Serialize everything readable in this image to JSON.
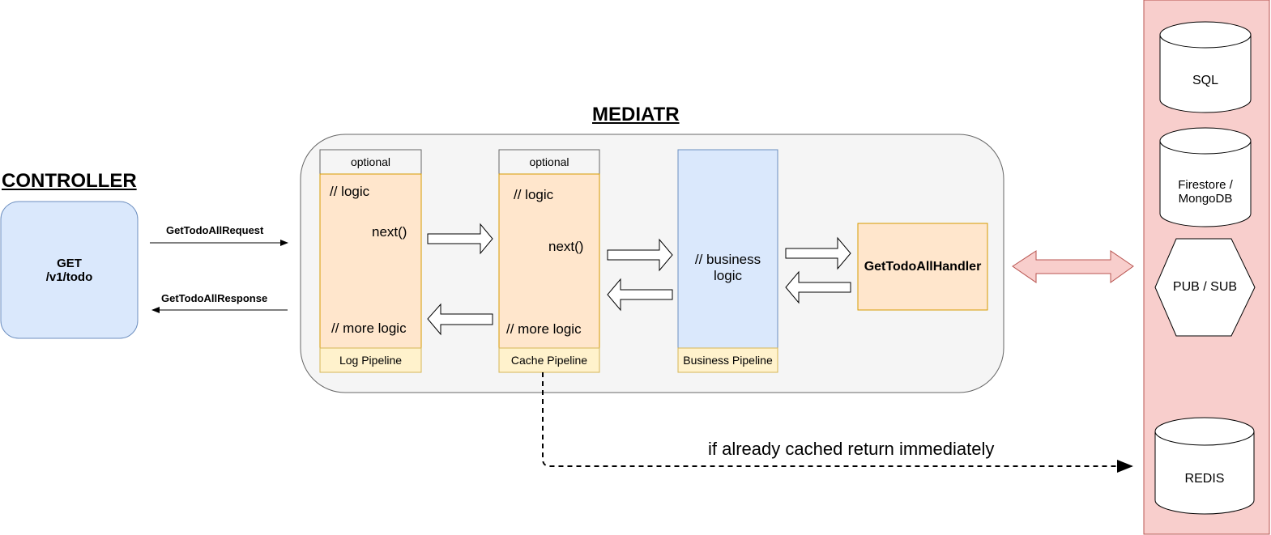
{
  "titles": {
    "controller": "CONTROLLER",
    "mediatr": "MEDIATR"
  },
  "controller": {
    "line1": "GET",
    "line2": "/v1/todo"
  },
  "arrows": {
    "request": "GetTodoAllRequest",
    "response": "GetTodoAllResponse",
    "cache_note": "if already cached return immediately"
  },
  "log_pipeline": {
    "header": "optional",
    "logic": "// logic",
    "next": "next()",
    "more": "// more logic",
    "footer": "Log Pipeline"
  },
  "cache_pipeline": {
    "header": "optional",
    "logic": "// logic",
    "next": "next()",
    "more": "// more logic",
    "footer": "Cache Pipeline"
  },
  "business_pipeline": {
    "line1": "// business",
    "line2": "logic",
    "footer": "Business Pipeline"
  },
  "handler": {
    "label": "GetTodoAllHandler"
  },
  "datastores": {
    "sql": "SQL",
    "firestore_line1": "Firestore /",
    "firestore_line2": "MongoDB",
    "pubsub": "PUB / SUB",
    "redis": "REDIS"
  },
  "colors": {
    "controller_fill": "#dae8fc",
    "controller_stroke": "#6c8ebf",
    "pipeline_fill": "#ffe6cc",
    "pipeline_stroke": "#d79b00",
    "footer_fill": "#fff2cc",
    "footer_stroke": "#d6b656",
    "mediatr_fill": "#f5f5f5",
    "datastore_panel_fill": "#f8cecc",
    "datastore_panel_stroke": "#b85450"
  }
}
